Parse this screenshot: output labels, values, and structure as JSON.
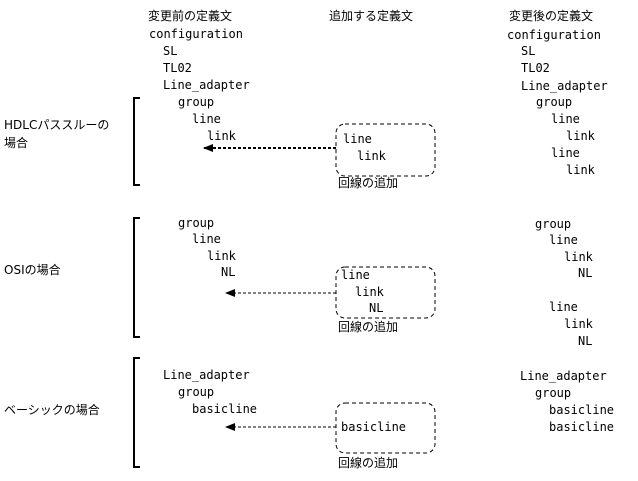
{
  "headers": {
    "before": "変更前の定義文",
    "add": "追加する定義文",
    "after": "変更後の定義文"
  },
  "common_before": {
    "configuration": "configuration",
    "sl": "SL",
    "tl02": "TL02",
    "line_adapter": "Line_adapter"
  },
  "common_after": {
    "configuration": "configuration",
    "sl": "SL",
    "tl02": "TL02",
    "line_adapter": "Line_adapter"
  },
  "hdlc": {
    "label_line1": "HDLCパススルーの",
    "label_line2": "場合",
    "before": {
      "group": "group",
      "line": "line",
      "link": "link"
    },
    "add": {
      "line": "line",
      "link": "link",
      "caption": "回線の追加"
    },
    "after": {
      "group": "group",
      "line1": "line",
      "link1": "link",
      "line2": "line",
      "link2": "link"
    }
  },
  "osi": {
    "label": "OSIの場合",
    "before": {
      "group": "group",
      "line": "line",
      "link": "link",
      "nl": "NL"
    },
    "add": {
      "line": "line",
      "link": "link",
      "nl": "NL",
      "caption": "回線の追加"
    },
    "after": {
      "group": "group",
      "line1": "line",
      "link1": "link",
      "nl1": "NL",
      "line2": "line",
      "link2": "link",
      "nl2": "NL"
    }
  },
  "basic": {
    "label": "ベーシックの場合",
    "before": {
      "line_adapter": "Line_adapter",
      "group": "group",
      "basicline": "basicline"
    },
    "add": {
      "basicline": "basicline",
      "caption": "回線の追加"
    },
    "after": {
      "line_adapter": "Line_adapter",
      "group": "group",
      "basicline1": "basicline",
      "basicline2": "basicline"
    }
  }
}
